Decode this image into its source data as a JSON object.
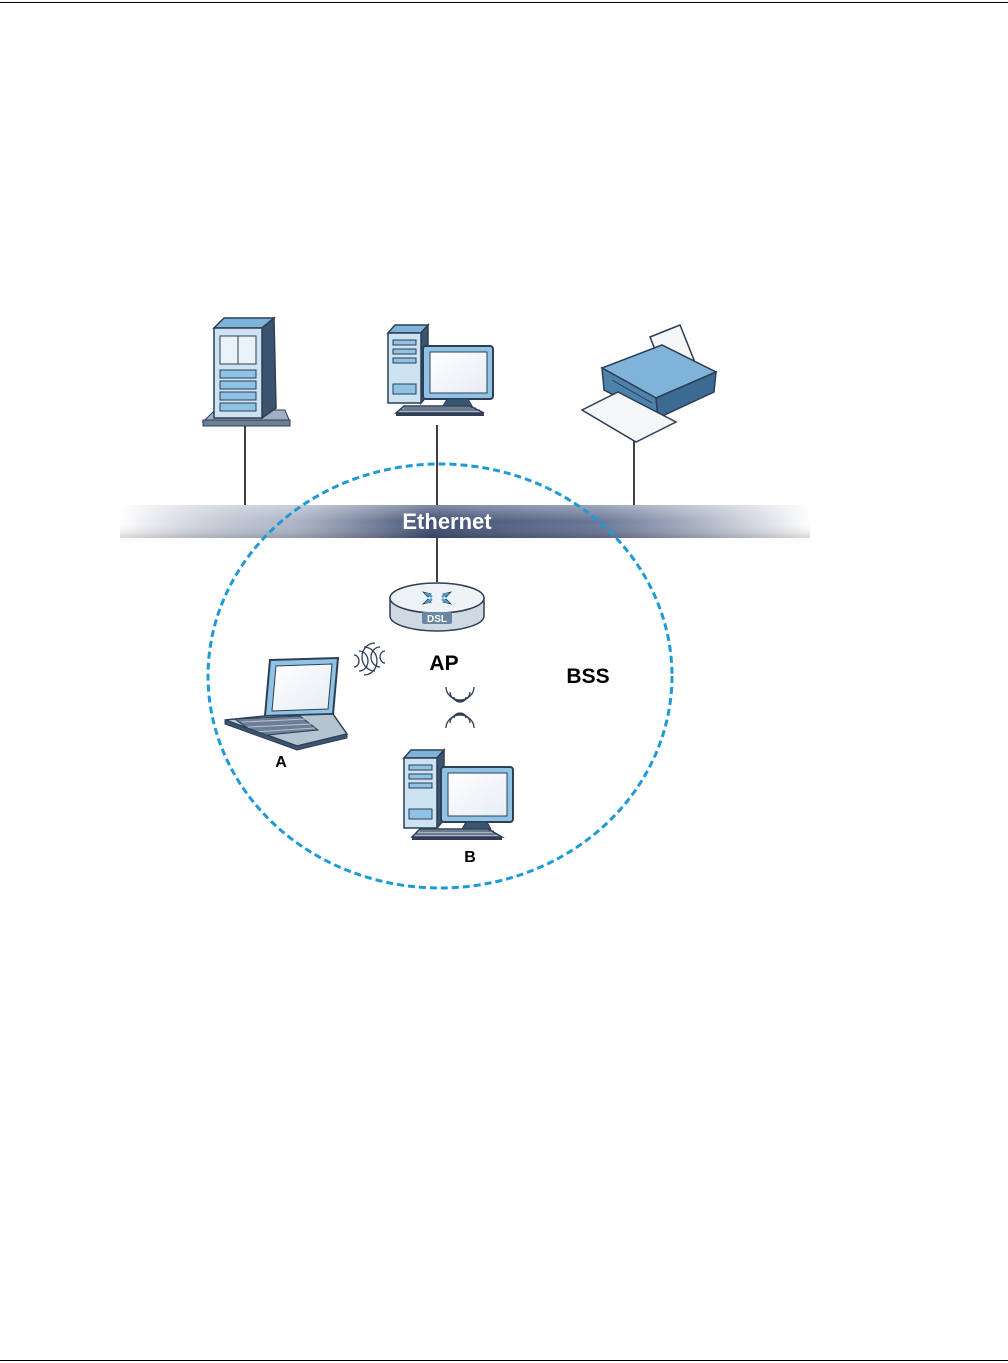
{
  "diagram": {
    "backbone_label": "Ethernet",
    "access_point_label": "AP",
    "access_point_badge": "DSL",
    "bss_label": "BSS",
    "station_a_label": "A",
    "station_b_label": "B"
  },
  "icons": {
    "server": "server-tower-icon",
    "desktop": "desktop-computer-icon",
    "printer": "printer-icon",
    "access_point": "router-icon",
    "laptop": "laptop-icon",
    "wireless": "wireless-signal-icon"
  },
  "colors": {
    "device_blue": "#8fc3e6",
    "device_dark": "#2d3e55",
    "bss_boundary": "#1e9ad6",
    "ethernet_band": "#4a5a7e"
  }
}
